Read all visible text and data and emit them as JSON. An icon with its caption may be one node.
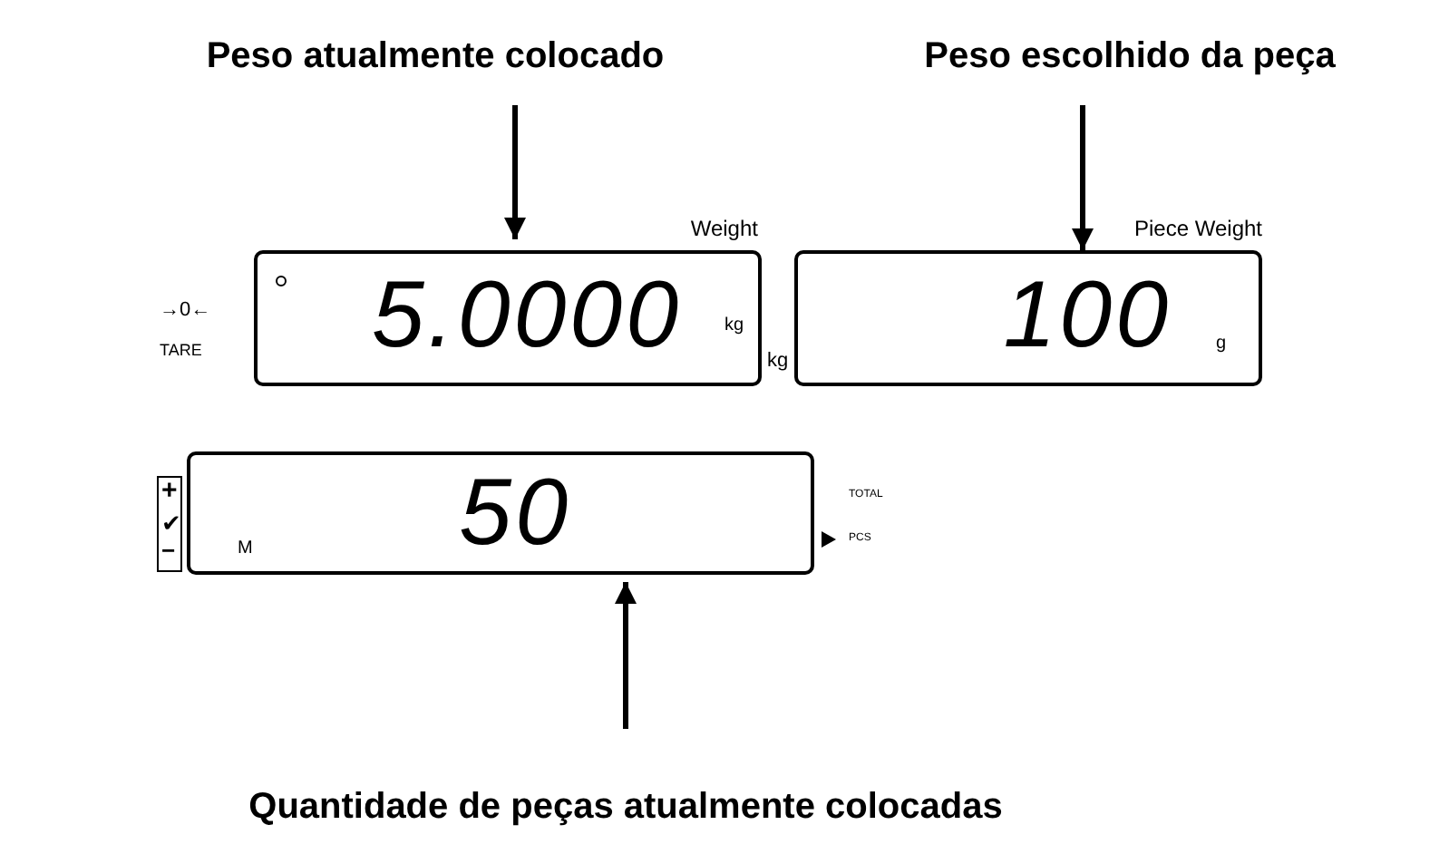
{
  "diagram": {
    "nodes": [
      {
        "text": [
          "Peso atualmente colocado"
        ]
      },
      {
        "text": [
          "Peso escolhido da peça"
        ]
      },
      {
        "text": [
          "Weight",
          "5.0000",
          "kg"
        ],
        "beside": [
          "kg"
        ]
      },
      {
        "text": [
          "Piece Weight",
          "100",
          "g"
        ]
      },
      {
        "text": [
          "50",
          "M"
        ]
      },
      {
        "text": [
          "Quantidade de peças atualmente colocadas"
        ]
      }
    ],
    "edges": [
      {
        "from": 0,
        "to": 2,
        "arrow": "to"
      },
      {
        "from": 1,
        "to": 3,
        "arrow": "to"
      },
      {
        "from": 5,
        "to": 4,
        "arrow": "to"
      }
    ],
    "labels": [
      "→0←",
      "TARE",
      "+",
      "✔",
      "−",
      "TOTAL",
      "PCS"
    ]
  }
}
